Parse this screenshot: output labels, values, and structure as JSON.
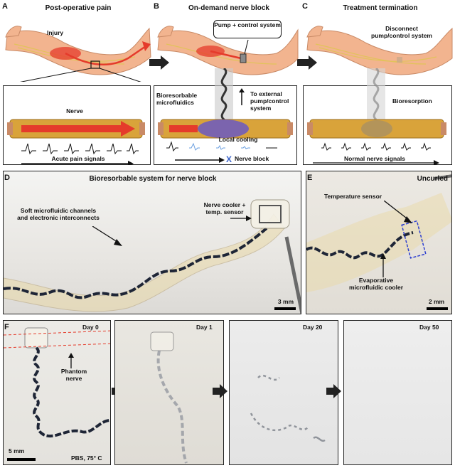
{
  "panelA": {
    "letter": "A",
    "title": "Post-operative pain",
    "injury": "Injury",
    "nerve": "Nerve",
    "signals": "Acute pain signals"
  },
  "panelB": {
    "letter": "B",
    "title": "On-demand nerve block",
    "pump": "Pump + control system",
    "bioresorbable": "Bioresorbable microfluidics",
    "external": "To external pump/control system",
    "cooling": "Local cooling",
    "block": "Nerve block",
    "block_mark": "X"
  },
  "panelC": {
    "letter": "C",
    "title": "Treatment termination",
    "disconnect": "Disconnect pump/control system",
    "bioresorption": "Bioresorption",
    "signals": "Normal nerve signals"
  },
  "panelD": {
    "letter": "D",
    "title": "Bioresorbable system for nerve block",
    "channels": "Soft microfluidic channels and electronic interconnects",
    "cooler": "Nerve cooler + temp. sensor",
    "scale": "3 mm"
  },
  "panelE": {
    "letter": "E",
    "title": "Uncurled",
    "temp_sensor": "Temperature sensor",
    "evap": "Evaporative microfluidic cooler",
    "scale": "2 mm"
  },
  "panelF": {
    "letter": "F",
    "phantom": "Phantom nerve",
    "scale": "5 mm",
    "conditions": "PBS, 75° C",
    "days": [
      "Day 0",
      "Day 1",
      "Day 20",
      "Day 50"
    ]
  },
  "colors": {
    "arm": "#f2b48f",
    "nerve": "#d9a33a",
    "pain_red": "#e53b2b",
    "block_blue": "#6a9fe0",
    "frame": "#222222"
  }
}
